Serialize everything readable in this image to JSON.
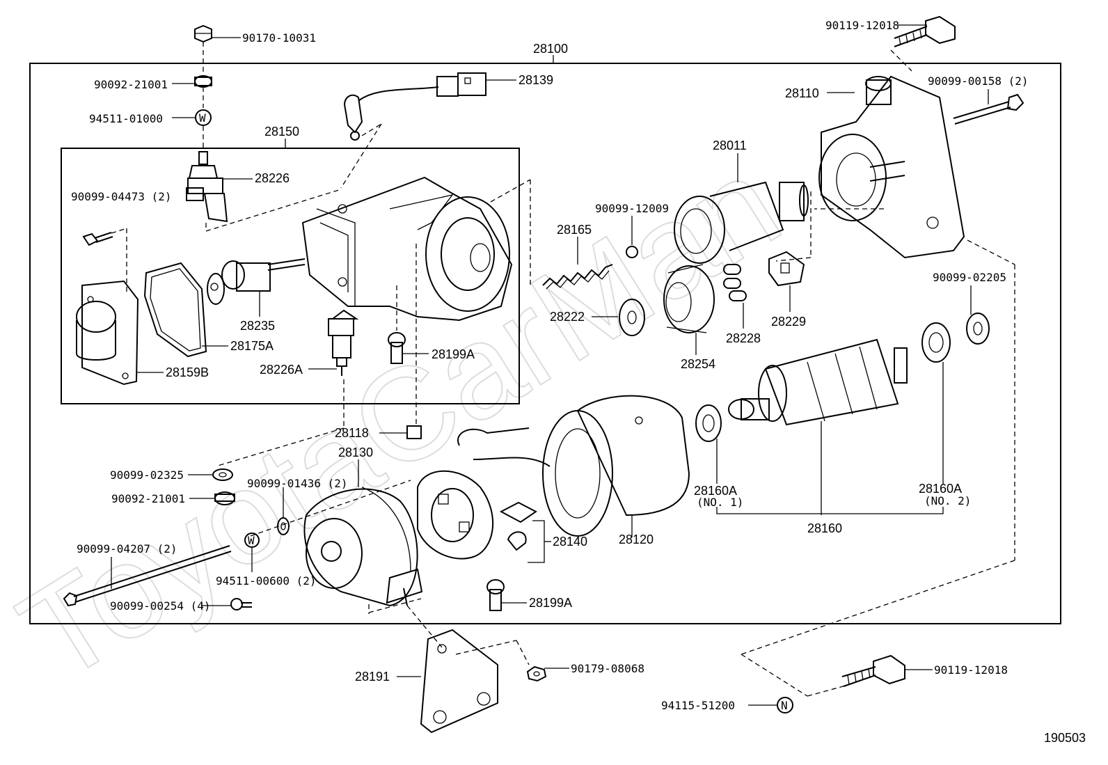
{
  "watermark": "ToyotaCarMan",
  "diagram_id": "190503",
  "labels": {
    "l28100": "28100",
    "l90170_10031": "90170-10031",
    "l90092_21001a": "90092-21001",
    "l94511_01000": "94511-01000",
    "l28139": "28139",
    "l28150": "28150",
    "l28226": "28226",
    "l90099_04473": "90099-04473 (2)",
    "l28235": "28235",
    "l28175A": "28175A",
    "l28159B": "28159B",
    "l28226A": "28226A",
    "l28199Aa": "28199A",
    "l90119_12018a": "90119-12018",
    "l90099_00158": "90099-00158 (2)",
    "l28110": "28110",
    "l28011": "28011",
    "l90099_12009": "90099-12009",
    "l28165": "28165",
    "l28222": "28222",
    "l28254": "28254",
    "l28228": "28228",
    "l28229": "28229",
    "l90099_02205": "90099-02205",
    "l28118": "28118",
    "l28130": "28130",
    "l90099_02325": "90099-02325",
    "l90099_01436": "90099-01436 (2)",
    "l90092_21001b": "90092-21001",
    "l90099_04207": "90099-04207 (2)",
    "l94511_00600": "94511-00600 (2)",
    "l90099_00254": "90099-00254 (4)",
    "l28140": "28140",
    "l28120": "28120",
    "l28199Ab": "28199A",
    "l28160A1": "28160A",
    "l28160A1sub": "(NO. 1)",
    "l28160A2": "28160A",
    "l28160A2sub": "(NO. 2)",
    "l28160": "28160",
    "l28191": "28191",
    "l90179_08068": "90179-08068",
    "l90119_12018b": "90119-12018",
    "l94115_51200": "94115-51200",
    "w1": "W",
    "w2": "W",
    "n1": "N"
  }
}
